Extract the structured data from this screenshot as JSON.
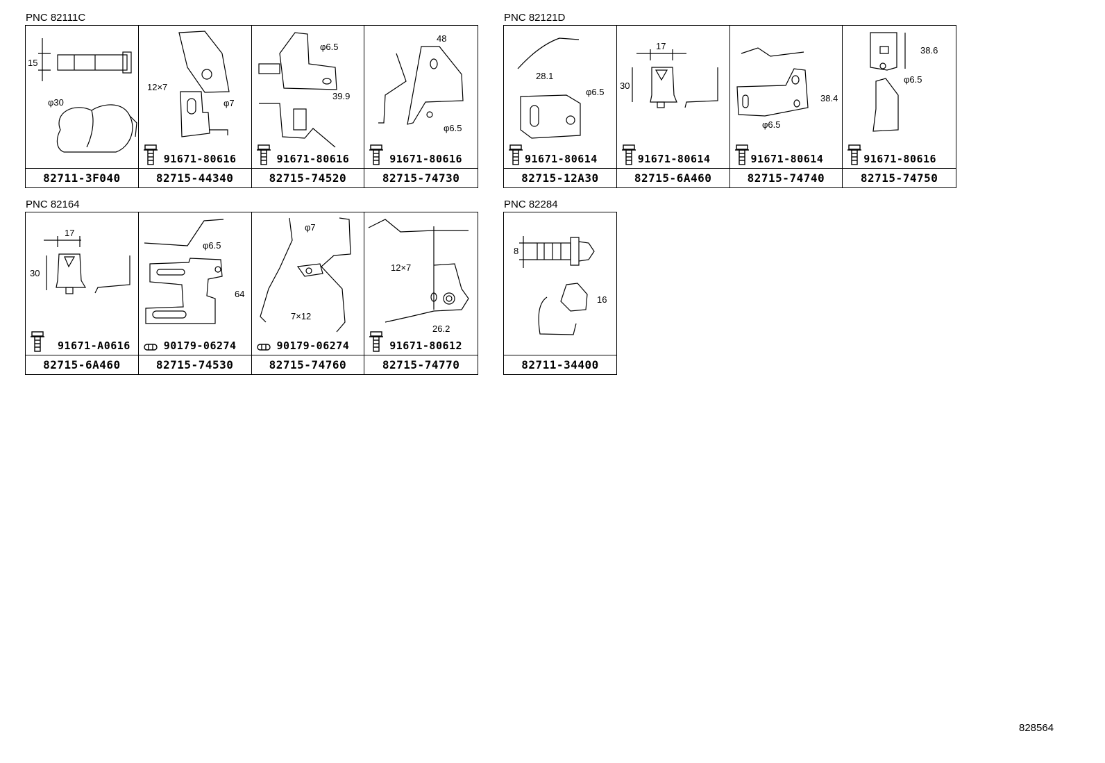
{
  "groups": [
    {
      "pnc": "PNC 82111C",
      "cells": [
        {
          "dims": [
            "15",
            "φ30"
          ],
          "fastener": "",
          "part_no": "82711-3F040"
        },
        {
          "dims": [
            "12×7",
            "φ7"
          ],
          "fastener": "91671-80616",
          "part_no": "82715-44340"
        },
        {
          "dims": [
            "φ6.5",
            "39.9"
          ],
          "fastener": "91671-80616",
          "part_no": "82715-74520"
        },
        {
          "dims": [
            "48",
            "φ6.5"
          ],
          "fastener": "91671-80616",
          "part_no": "82715-74730"
        }
      ]
    },
    {
      "pnc": "PNC 82121D",
      "cells": [
        {
          "dims": [
            "28.1",
            "φ6.5"
          ],
          "fastener": "91671-80614",
          "part_no": "82715-12A30"
        },
        {
          "dims": [
            "17",
            "30"
          ],
          "fastener": "91671-80614",
          "part_no": "82715-6A460"
        },
        {
          "dims": [
            "38.4",
            "φ6.5"
          ],
          "fastener": "91671-80614",
          "part_no": "82715-74740"
        },
        {
          "dims": [
            "38.6",
            "φ6.5"
          ],
          "fastener": "91671-80616",
          "part_no": "82715-74750"
        }
      ]
    },
    {
      "pnc": "PNC 82164",
      "cells": [
        {
          "dims": [
            "17",
            "30"
          ],
          "fastener": "91671-A0616",
          "part_no": "82715-6A460"
        },
        {
          "dims": [
            "φ6.5",
            "64"
          ],
          "fastener": "90179-06274",
          "part_no": "82715-74530"
        },
        {
          "dims": [
            "φ7",
            "7×12"
          ],
          "fastener": "90179-06274",
          "part_no": "82715-74760"
        },
        {
          "dims": [
            "12×7",
            "26.2"
          ],
          "fastener": "91671-80612",
          "part_no": "82715-74770"
        }
      ]
    },
    {
      "pnc": "PNC 82284",
      "cells": [
        {
          "dims": [
            "8",
            "16"
          ],
          "fastener": "",
          "part_no": "82711-34400"
        }
      ]
    }
  ],
  "diagram_ref": "828564",
  "icons": {
    "bolt": "flange-bolt-icon",
    "nut": "nut-icon"
  }
}
